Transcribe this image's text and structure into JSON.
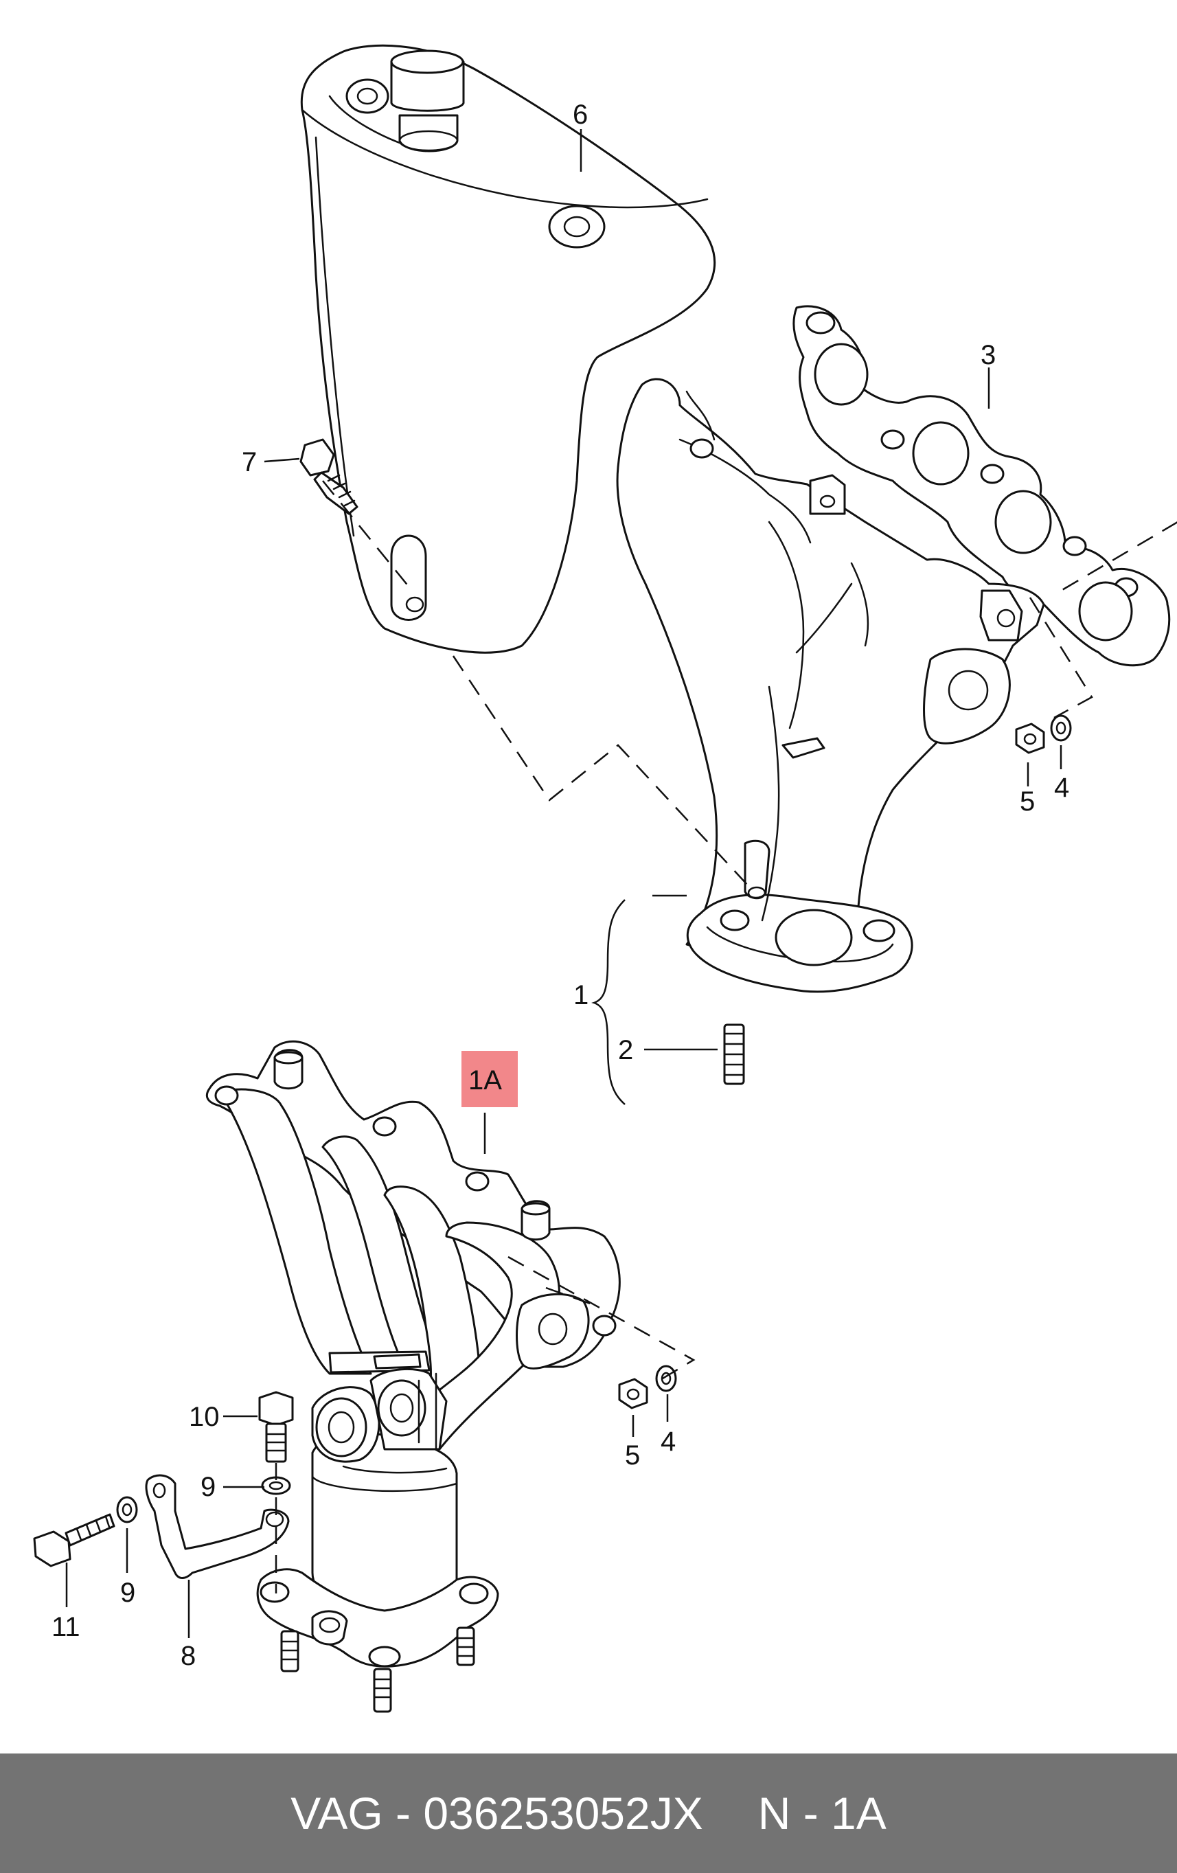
{
  "callouts": {
    "c1": "1",
    "c1a": "1A",
    "c2": "2",
    "c3": "3",
    "c4a": "4",
    "c4b": "4",
    "c5a": "5",
    "c5b": "5",
    "c6": "6",
    "c7": "7",
    "c8": "8",
    "c9a": "9",
    "c9b": "9",
    "c10": "10",
    "c11": "11"
  },
  "highlight": {
    "label": "1A",
    "color": "#f2878a"
  },
  "footer": {
    "part_number": "VAG - 036253052JX",
    "position": "N - 1A",
    "background": "#737373"
  }
}
